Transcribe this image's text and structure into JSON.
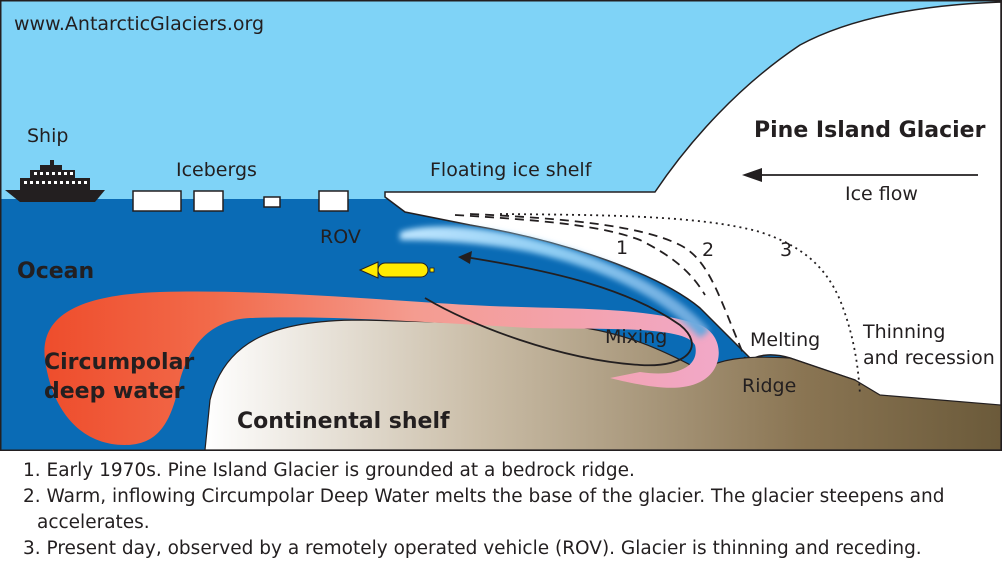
{
  "source_url": "www.AntarcticGlaciers.org",
  "labels": {
    "ship": "Ship",
    "icebergs": "Icebergs",
    "floating_ice_shelf": "Floating ice shelf",
    "glacier_name": "Pine Island Glacier",
    "ice_flow": "Ice flow",
    "rov": "ROV",
    "ocean": "Ocean",
    "cdw_line1": "Circumpolar",
    "cdw_line2": "deep water",
    "continental_shelf": "Continental shelf",
    "mixing": "Mixing",
    "melting": "Melting",
    "ridge": "Ridge",
    "thinning_line1": "Thinning",
    "thinning_line2": "and recession",
    "stage1": "1",
    "stage2": "2",
    "stage3": "3"
  },
  "captions": [
    "1. Early 1970s. Pine Island Glacier is grounded at a bedrock ridge.",
    "2. Warm, inflowing Circumpolar Deep Water melts the base of the glacier. The glacier steepens and accelerates.",
    "3. Present day, observed by a remotely operated vehicle (ROV). Glacier is thinning and receding."
  ],
  "colors": {
    "sky": "#7fd3f7",
    "ocean": "#0a6bb5",
    "warm_water": "#ee4d2c",
    "rov": "#ffeb00",
    "bedrock": "#6b5a3a",
    "ice": "#ffffff"
  }
}
